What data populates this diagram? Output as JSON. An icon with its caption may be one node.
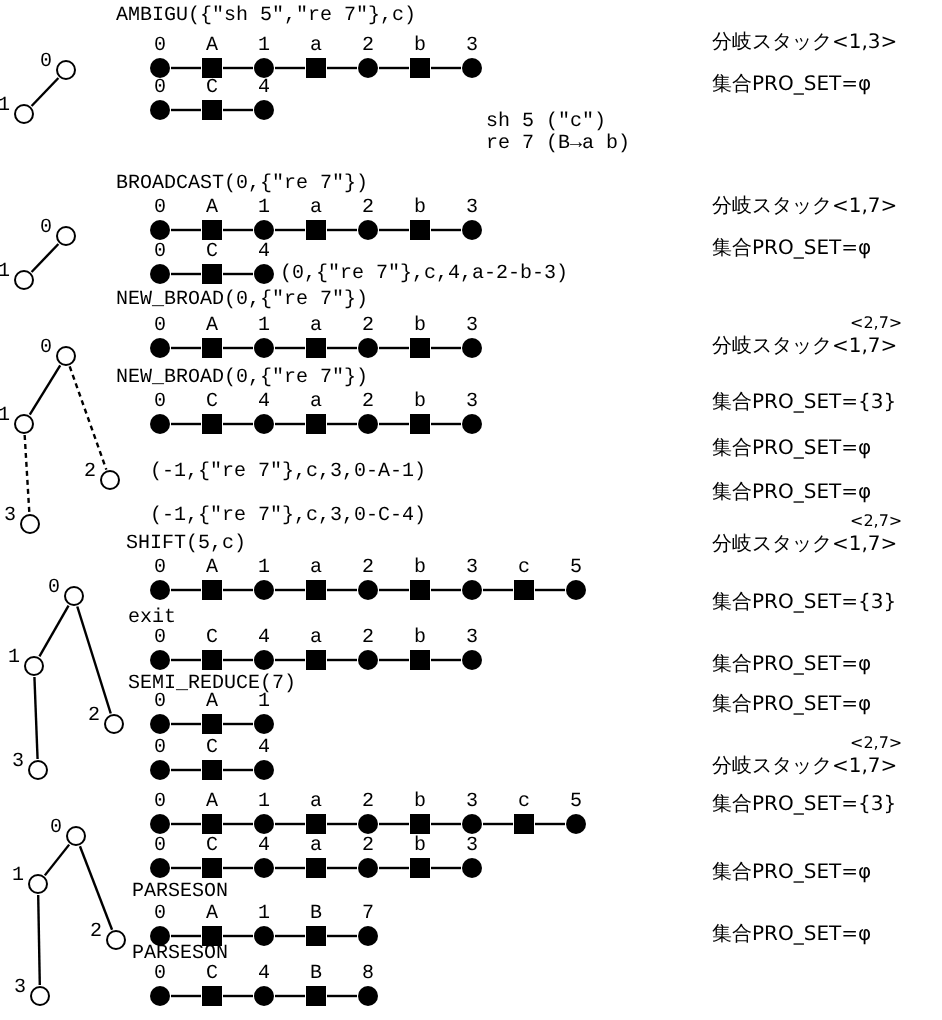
{
  "diagram": {
    "nodes": [
      {
        "text": [
          "0"
        ]
      },
      {
        "text": [
          "1"
        ]
      },
      {
        "text": [
          "0"
        ]
      },
      {
        "text": [
          "A"
        ]
      },
      {
        "text": [
          "1"
        ]
      },
      {
        "text": [
          "a"
        ]
      },
      {
        "text": [
          "2"
        ]
      },
      {
        "text": [
          "b"
        ]
      },
      {
        "text": [
          "3"
        ]
      },
      {
        "text": [
          "0"
        ]
      },
      {
        "text": [
          "C"
        ]
      },
      {
        "text": [
          "4"
        ]
      },
      {
        "text": [
          "0"
        ]
      },
      {
        "text": [
          "1"
        ]
      },
      {
        "text": [
          "0"
        ]
      },
      {
        "text": [
          "A"
        ]
      },
      {
        "text": [
          "1"
        ]
      },
      {
        "text": [
          "a"
        ]
      },
      {
        "text": [
          "2"
        ]
      },
      {
        "text": [
          "b"
        ]
      },
      {
        "text": [
          "3"
        ]
      },
      {
        "text": [
          "0"
        ]
      },
      {
        "text": [
          "C"
        ]
      },
      {
        "text": [
          "4"
        ]
      },
      {
        "text": [
          "0"
        ]
      },
      {
        "text": [
          "1"
        ]
      },
      {
        "text": [
          "2"
        ]
      },
      {
        "text": [
          "3"
        ]
      },
      {
        "text": [
          "0"
        ]
      },
      {
        "text": [
          "A"
        ]
      },
      {
        "text": [
          "1"
        ]
      },
      {
        "text": [
          "a"
        ]
      },
      {
        "text": [
          "2"
        ]
      },
      {
        "text": [
          "b"
        ]
      },
      {
        "text": [
          "3"
        ]
      },
      {
        "text": [
          "0"
        ]
      },
      {
        "text": [
          "C"
        ]
      },
      {
        "text": [
          "4"
        ]
      },
      {
        "text": [
          "a"
        ]
      },
      {
        "text": [
          "2"
        ]
      },
      {
        "text": [
          "b"
        ]
      },
      {
        "text": [
          "3"
        ]
      },
      {
        "text": [
          "0"
        ]
      },
      {
        "text": [
          "1"
        ]
      },
      {
        "text": [
          "2"
        ]
      },
      {
        "text": [
          "3"
        ]
      },
      {
        "text": [
          "0"
        ]
      },
      {
        "text": [
          "A"
        ]
      },
      {
        "text": [
          "1"
        ]
      },
      {
        "text": [
          "a"
        ]
      },
      {
        "text": [
          "2"
        ]
      },
      {
        "text": [
          "b"
        ]
      },
      {
        "text": [
          "3"
        ]
      },
      {
        "text": [
          "c"
        ]
      },
      {
        "text": [
          "5"
        ]
      },
      {
        "text": [
          "0"
        ]
      },
      {
        "text": [
          "C"
        ]
      },
      {
        "text": [
          "4"
        ]
      },
      {
        "text": [
          "a"
        ]
      },
      {
        "text": [
          "2"
        ]
      },
      {
        "text": [
          "b"
        ]
      },
      {
        "text": [
          "3"
        ]
      },
      {
        "text": [
          "0"
        ]
      },
      {
        "text": [
          "A"
        ]
      },
      {
        "text": [
          "1"
        ]
      },
      {
        "text": [
          "0"
        ]
      },
      {
        "text": [
          "C"
        ]
      },
      {
        "text": [
          "4"
        ]
      },
      {
        "text": [
          "0"
        ]
      },
      {
        "text": [
          "1"
        ]
      },
      {
        "text": [
          "2"
        ]
      },
      {
        "text": [
          "3"
        ]
      },
      {
        "text": [
          "0"
        ]
      },
      {
        "text": [
          "A"
        ]
      },
      {
        "text": [
          "1"
        ]
      },
      {
        "text": [
          "a"
        ]
      },
      {
        "text": [
          "2"
        ]
      },
      {
        "text": [
          "b"
        ]
      },
      {
        "text": [
          "3"
        ]
      },
      {
        "text": [
          "c"
        ]
      },
      {
        "text": [
          "5"
        ]
      },
      {
        "text": [
          "0"
        ]
      },
      {
        "text": [
          "C"
        ]
      },
      {
        "text": [
          "4"
        ]
      },
      {
        "text": [
          "a"
        ]
      },
      {
        "text": [
          "2"
        ]
      },
      {
        "text": [
          "b"
        ]
      },
      {
        "text": [
          "3"
        ]
      },
      {
        "text": [
          "0"
        ]
      },
      {
        "text": [
          "A"
        ]
      },
      {
        "text": [
          "1"
        ]
      },
      {
        "text": [
          "B"
        ]
      },
      {
        "text": [
          "7"
        ]
      },
      {
        "text": [
          "0"
        ]
      },
      {
        "text": [
          "C"
        ]
      },
      {
        "text": [
          "4"
        ]
      },
      {
        "text": [
          "B"
        ]
      },
      {
        "text": [
          "8"
        ]
      }
    ],
    "edges": [
      {
        "from": 0,
        "to": 1,
        "arrow": "none"
      },
      {
        "from": 2,
        "to": 3,
        "arrow": "none"
      },
      {
        "from": 3,
        "to": 4,
        "arrow": "none"
      },
      {
        "from": 4,
        "to": 5,
        "arrow": "none"
      },
      {
        "from": 5,
        "to": 6,
        "arrow": "none"
      },
      {
        "from": 6,
        "to": 7,
        "arrow": "none"
      },
      {
        "from": 7,
        "to": 8,
        "arrow": "none"
      },
      {
        "from": 9,
        "to": 10,
        "arrow": "none"
      },
      {
        "from": 10,
        "to": 11,
        "arrow": "none"
      },
      {
        "from": 12,
        "to": 13,
        "arrow": "none"
      },
      {
        "from": 14,
        "to": 15,
        "arrow": "none"
      },
      {
        "from": 15,
        "to": 16,
        "arrow": "none"
      },
      {
        "from": 16,
        "to": 17,
        "arrow": "none"
      },
      {
        "from": 17,
        "to": 18,
        "arrow": "none"
      },
      {
        "from": 18,
        "to": 19,
        "arrow": "none"
      },
      {
        "from": 19,
        "to": 20,
        "arrow": "none"
      },
      {
        "from": 21,
        "to": 22,
        "arrow": "none"
      },
      {
        "from": 22,
        "to": 23,
        "arrow": "none"
      },
      {
        "from": 24,
        "to": 25,
        "arrow": "none"
      },
      {
        "from": 24,
        "to": 26,
        "arrow": "none",
        "style": "dashed"
      },
      {
        "from": 25,
        "to": 27,
        "arrow": "none",
        "style": "dashed"
      },
      {
        "from": 28,
        "to": 29,
        "arrow": "none"
      },
      {
        "from": 29,
        "to": 30,
        "arrow": "none"
      },
      {
        "from": 30,
        "to": 31,
        "arrow": "none"
      },
      {
        "from": 31,
        "to": 32,
        "arrow": "none"
      },
      {
        "from": 32,
        "to": 33,
        "arrow": "none"
      },
      {
        "from": 33,
        "to": 34,
        "arrow": "none"
      },
      {
        "from": 35,
        "to": 36,
        "arrow": "none"
      },
      {
        "from": 36,
        "to": 37,
        "arrow": "none"
      },
      {
        "from": 37,
        "to": 38,
        "arrow": "none"
      },
      {
        "from": 38,
        "to": 39,
        "arrow": "none"
      },
      {
        "from": 39,
        "to": 40,
        "arrow": "none"
      },
      {
        "from": 40,
        "to": 41,
        "arrow": "none"
      },
      {
        "from": 42,
        "to": 43,
        "arrow": "none"
      },
      {
        "from": 42,
        "to": 44,
        "arrow": "none"
      },
      {
        "from": 43,
        "to": 45,
        "arrow": "none"
      },
      {
        "from": 46,
        "to": 47,
        "arrow": "none"
      },
      {
        "from": 47,
        "to": 48,
        "arrow": "none"
      },
      {
        "from": 48,
        "to": 49,
        "arrow": "none"
      },
      {
        "from": 49,
        "to": 50,
        "arrow": "none"
      },
      {
        "from": 50,
        "to": 51,
        "arrow": "none"
      },
      {
        "from": 51,
        "to": 52,
        "arrow": "none"
      },
      {
        "from": 52,
        "to": 53,
        "arrow": "none"
      },
      {
        "from": 53,
        "to": 54,
        "arrow": "none"
      },
      {
        "from": 55,
        "to": 56,
        "arrow": "none"
      },
      {
        "from": 56,
        "to": 57,
        "arrow": "none"
      },
      {
        "from": 57,
        "to": 58,
        "arrow": "none"
      },
      {
        "from": 58,
        "to": 59,
        "arrow": "none"
      },
      {
        "from": 59,
        "to": 60,
        "arrow": "none"
      },
      {
        "from": 60,
        "to": 61,
        "arrow": "none"
      },
      {
        "from": 62,
        "to": 63,
        "arrow": "none"
      },
      {
        "from": 63,
        "to": 64,
        "arrow": "none"
      },
      {
        "from": 65,
        "to": 66,
        "arrow": "none"
      },
      {
        "from": 66,
        "to": 67,
        "arrow": "none"
      },
      {
        "from": 68,
        "to": 69,
        "arrow": "none"
      },
      {
        "from": 68,
        "to": 70,
        "arrow": "none"
      },
      {
        "from": 69,
        "to": 71,
        "arrow": "none"
      },
      {
        "from": 72,
        "to": 73,
        "arrow": "none"
      },
      {
        "from": 73,
        "to": 74,
        "arrow": "none"
      },
      {
        "from": 74,
        "to": 75,
        "arrow": "none"
      },
      {
        "from": 75,
        "to": 76,
        "arrow": "none"
      },
      {
        "from": 76,
        "to": 77,
        "arrow": "none"
      },
      {
        "from": 77,
        "to": 78,
        "arrow": "none"
      },
      {
        "from": 78,
        "to": 79,
        "arrow": "none"
      },
      {
        "from": 79,
        "to": 80,
        "arrow": "none"
      },
      {
        "from": 81,
        "to": 82,
        "arrow": "none"
      },
      {
        "from": 82,
        "to": 83,
        "arrow": "none"
      },
      {
        "from": 83,
        "to": 84,
        "arrow": "none"
      },
      {
        "from": 84,
        "to": 85,
        "arrow": "none"
      },
      {
        "from": 85,
        "to": 86,
        "arrow": "none"
      },
      {
        "from": 86,
        "to": 87,
        "arrow": "none"
      },
      {
        "from": 88,
        "to": 89,
        "arrow": "none"
      },
      {
        "from": 89,
        "to": 90,
        "arrow": "none"
      },
      {
        "from": 90,
        "to": 91,
        "arrow": "none"
      },
      {
        "from": 91,
        "to": 92,
        "arrow": "none"
      },
      {
        "from": 93,
        "to": 94,
        "arrow": "none"
      },
      {
        "from": 94,
        "to": 95,
        "arrow": "none"
      },
      {
        "from": 95,
        "to": 96,
        "arrow": "none"
      },
      {
        "from": 96,
        "to": 97,
        "arrow": "none"
      }
    ],
    "labels": [
      "AMBIGU({\"sh 5\",\"re 7\"},c)",
      "分岐スタック<1,3>",
      "集合PRO_SET=φ",
      "sh 5 (\"c\")",
      "re 7 (B→a b)",
      "BROADCAST(0,{\"re 7\"})",
      "分岐スタック<1,7>",
      "集合PRO_SET=φ",
      "(0,{\"re 7\"},c,4,a-2-b-3)",
      "NEW_BROAD(0,{\"re 7\"})",
      "<2,7>",
      "分岐スタック<1,7>",
      "NEW_BROAD(0,{\"re 7\"})",
      "集合PRO_SET={3}",
      "集合PRO_SET=φ",
      "(-1,{\"re 7\"},c,3,0-A-1)",
      "集合PRO_SET=φ",
      "(-1,{\"re 7\"},c,3,0-C-4)",
      "<2,7>",
      "分岐スタック<1,7>",
      "SHIFT(5,c)",
      "集合PRO_SET={3}",
      "exit",
      "集合PRO_SET=φ",
      "SEMI_REDUCE(7)",
      "集合PRO_SET=φ",
      "<2,7>",
      "分岐スタック<1,7>",
      "集合PRO_SET={3}",
      "集合PRO_SET=φ",
      "PARSESON",
      "集合PRO_SET=φ",
      "PARSESON"
    ]
  }
}
